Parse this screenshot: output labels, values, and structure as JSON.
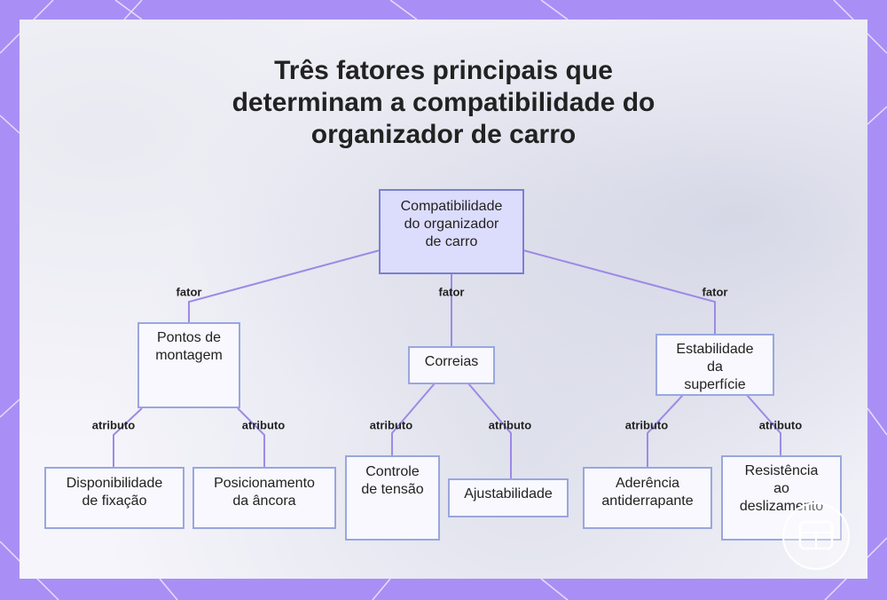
{
  "title_lines": [
    "Três fatores principais que",
    "determinam a compatibilidade do",
    "organizador de carro"
  ],
  "nodes": {
    "root": [
      "Compatibilidade",
      "do organizador",
      "de carro"
    ],
    "pontos": [
      "Pontos de",
      "montagem"
    ],
    "correias": [
      "Correias"
    ],
    "estabilidade": [
      "Estabilidade",
      "da",
      "superfície"
    ],
    "disponibilidade": [
      "Disponibilidade",
      "de fixação"
    ],
    "posicionamento": [
      "Posicionamento",
      "da âncora"
    ],
    "controle": [
      "Controle",
      "de tensão"
    ],
    "ajustabilidade": [
      "Ajustabilidade"
    ],
    "aderencia": [
      "Aderência",
      "antiderrapante"
    ],
    "resistencia": [
      "Resistência",
      "ao",
      "deslizamento"
    ]
  },
  "edge_labels": {
    "fator": "fator",
    "atributo": "atributo"
  },
  "colors": {
    "background": "#a98ff5",
    "edge": "#9c8ae6",
    "root_fill": "#dcdcfc",
    "node_border": "#9aa6de"
  }
}
